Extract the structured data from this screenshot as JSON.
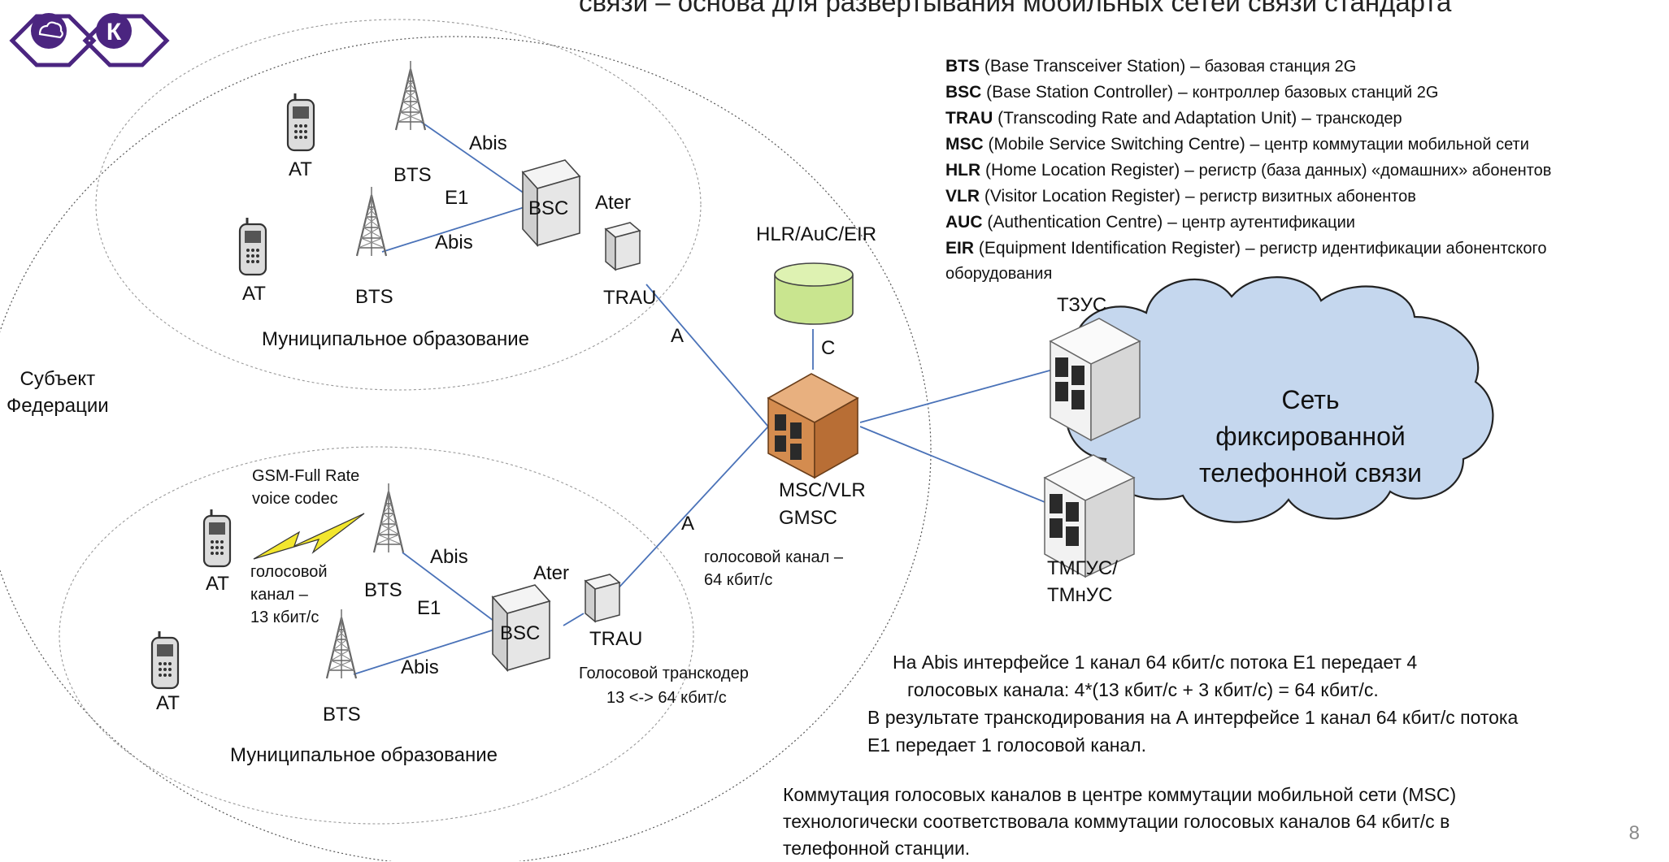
{
  "title_partial": "связи – основа для развертывания мобильных сетей связи стандарта",
  "logo": {
    "letter": "К",
    "icon": "cloud-network-icon"
  },
  "region_label": "Субъект\nФедерации",
  "municipal_top": "Муниципальное образование",
  "municipal_bottom": "Муниципальное образование",
  "labels": {
    "at": "AT",
    "bts": "BTS",
    "bsc": "BSC",
    "trau": "TRAU",
    "abis": "Abis",
    "e1": "E1",
    "ater": "Ater",
    "a": "A",
    "c": "C",
    "hlr": "HLR/AuC/EIR",
    "msc_line1": "MSC/VLR",
    "msc_line2": "GMSC",
    "tzus": "ТЗУС",
    "tmgus_line1": "ТМГУС/",
    "tmgus_line2": "ТМнУС",
    "gsm_codec_line1": "GSM-Full Rate",
    "gsm_codec_line2": "voice codec",
    "voice13_line1": "голосовой",
    "voice13_line2": "канал –",
    "voice13_line3": "13 кбит/с",
    "voice64_line1": "голосовой канал –",
    "voice64_line2": "64 кбит/с",
    "transcoder_line1": "Голосовой транскодер",
    "transcoder_line2": "13 <-> 64 кбит/с"
  },
  "cloud": {
    "line1": "Сеть",
    "line2": "фиксированной",
    "line3": "телефонной связи"
  },
  "legend": [
    {
      "abbr": "BTS",
      "en": " (Base Transceiver Station) – ",
      "ru": "базовая станция 2G"
    },
    {
      "abbr": "BSC",
      "en": " (Base Station Controller) – ",
      "ru": "контроллер базовых станций 2G"
    },
    {
      "abbr": "TRAU",
      "en": " (Transcoding Rate and Adaptation Unit) – ",
      "ru": "транскодер"
    },
    {
      "abbr": "MSC",
      "en": " (Mobile Service Switching Centre) – ",
      "ru": "центр коммутации мобильной сети"
    },
    {
      "abbr": "HLR",
      "en": " (Home Location Register) – ",
      "ru": "регистр (база данных) «домашних» абонентов"
    },
    {
      "abbr": "VLR",
      "en": " (Visitor Location Register) – ",
      "ru": "регистр визитных абонентов"
    },
    {
      "abbr": "AUC",
      "en": " (Authentication Centre) – ",
      "ru": "центр аутентификации"
    },
    {
      "abbr": "EIR",
      "en": " (Equipment Identification Register) – ",
      "ru": "регистр идентификации абонентского"
    }
  ],
  "legend_tail": "оборудования",
  "notes": {
    "abis_line1": "На Abis интерфейсе 1 канал 64 кбит/с потока E1 передает 4",
    "abis_line2": "голосовых канала: 4*(13 кбит/с + 3 кбит/с) = 64 кбит/с.",
    "a_line1": "В результате транскодирования на А интерфейсе 1 канал 64 кбит/с потока",
    "a_line2": "E1 передает 1 голосовой канал.",
    "msc_line1": "Коммутация голосовых каналов в центре коммутации мобильной сети (MSC)",
    "msc_line2": "технологически соответствовала коммутации голосовых каналов 64 кбит/с в",
    "msc_line3": "телефонной станции."
  },
  "page_number": "8",
  "colors": {
    "link": "#4a72b8",
    "msc_orange": "#d48c4f",
    "hlr_green": "#c9e58f",
    "cloud_fill": "#c5d7ee",
    "logo_purple": "#4b2580",
    "bolt_yellow": "#f2e62e"
  }
}
